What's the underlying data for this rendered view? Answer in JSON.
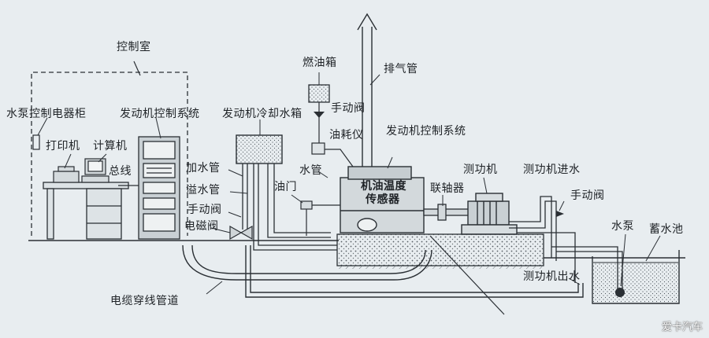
{
  "diagram": {
    "labels": {
      "control_room": "控制室",
      "pump_cabinet": "水泵控制电器柜",
      "engine_ctrl_left": "发动机控制系统",
      "cooling_tank": "发动机冷却水箱",
      "fuel_tank": "燃油箱",
      "exhaust_pipe": "排气管",
      "manual_valve_top": "手动阀",
      "fuel_meter": "油耗仪",
      "engine_ctrl_right": "发动机控制系统",
      "printer": "打印机",
      "computer": "计算机",
      "bus": "总线",
      "fill_pipe": "加水管",
      "overflow_pipe": "溢水管",
      "manual_valve_left": "手动阀",
      "solenoid_valve": "电磁阀",
      "water_pipe": "水管",
      "throttle": "油门",
      "oil_temp_sensor_line1": "机油温度",
      "oil_temp_sensor_line2": "传感器",
      "coupling": "联轴器",
      "dynamometer": "测功机",
      "dyno_water_in": "测功机进水",
      "manual_valve_right": "手动阀",
      "water_pump": "水泵",
      "reservoir": "蓄水池",
      "dyno_water_out": "测功机出水",
      "cable_conduit": "电缆穿线管道"
    },
    "watermark": "爱卡汽车",
    "colors": {
      "ink": "#2a2f34",
      "paper": "#e8edf0",
      "hatch": "#8a9298"
    }
  }
}
